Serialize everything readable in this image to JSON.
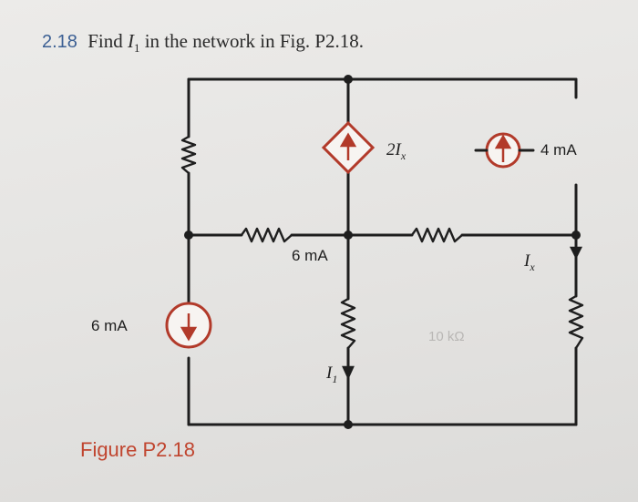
{
  "problem": {
    "number": "2.18",
    "text_before": "Find",
    "var": "I",
    "var_sub": "1",
    "text_after": "in the network in Fig. P2.18."
  },
  "figure_caption": "Figure P2.18",
  "circuit": {
    "dep_source_label": "2I",
    "dep_source_label_sub": "x",
    "source_4mA_label": "4 mA",
    "source_6mA_mid_label": "6 mA",
    "source_6mA_left_label": "6 mA",
    "ix_label": "I",
    "ix_label_sub": "x",
    "i1_label": "I",
    "i1_label_sub": "1",
    "res_10k_label": "10 kΩ",
    "colors": {
      "source_ring": "#b23a2a",
      "caption": "#c0452f",
      "problem_number": "#3b5f93"
    }
  }
}
